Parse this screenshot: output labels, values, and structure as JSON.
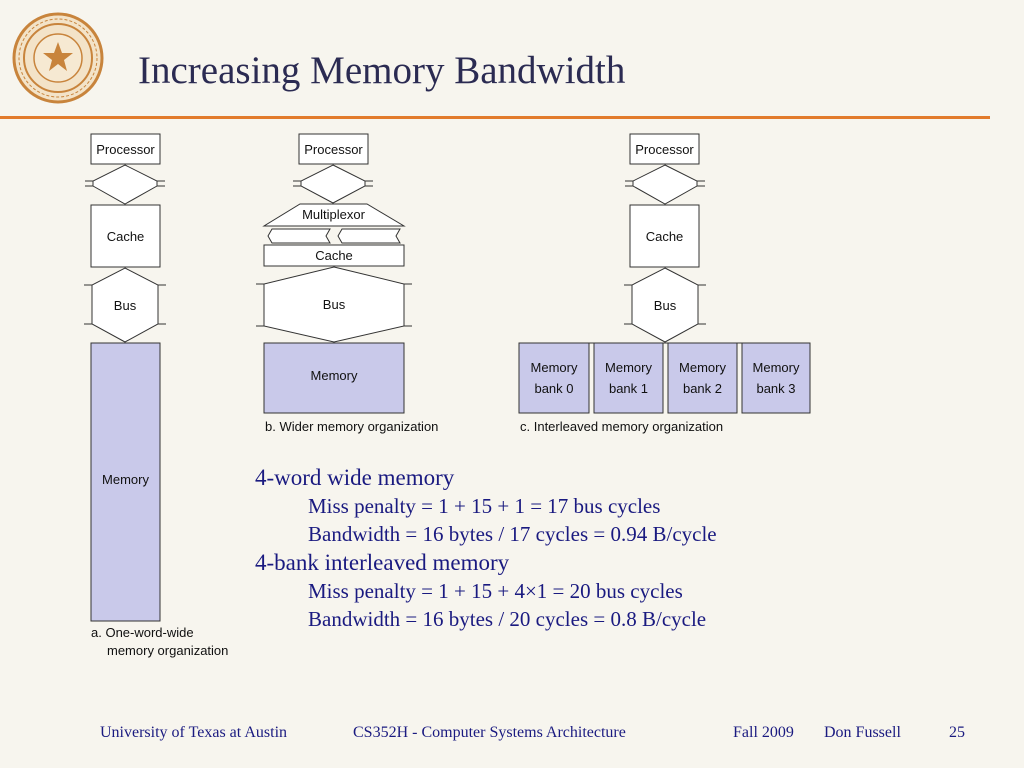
{
  "header": {
    "title": "Increasing Memory Bandwidth",
    "logo_icon": "university-of-texas-seal"
  },
  "diagram_a": {
    "processor": "Processor",
    "cache": "Cache",
    "bus": "Bus",
    "memory": "Memory",
    "caption_line1": "a. One-word-wide",
    "caption_line2": "memory organization"
  },
  "diagram_b": {
    "processor": "Processor",
    "multiplexor": "Multiplexor",
    "cache": "Cache",
    "bus": "Bus",
    "memory": "Memory",
    "caption": "b. Wider memory organization"
  },
  "diagram_c": {
    "processor": "Processor",
    "cache": "Cache",
    "bus": "Bus",
    "banks": [
      {
        "line1": "Memory",
        "line2": "bank 0"
      },
      {
        "line1": "Memory",
        "line2": "bank 1"
      },
      {
        "line1": "Memory",
        "line2": "bank 2"
      },
      {
        "line1": "Memory",
        "line2": "bank 3"
      }
    ],
    "caption": "c. Interleaved memory organization"
  },
  "body": {
    "wide_heading": "4-word wide memory",
    "wide_miss": "Miss penalty = 1 + 15 + 1 = 17 bus cycles",
    "wide_bw": "Bandwidth = 16 bytes / 17 cycles = 0.94 B/cycle",
    "interleaved_heading": "4-bank interleaved memory",
    "interleaved_miss": "Miss penalty = 1 + 15 + 4×1 = 20 bus cycles",
    "interleaved_bw": "Bandwidth = 16 bytes / 20 cycles = 0.8 B/cycle"
  },
  "footer": {
    "university": "University of Texas at Austin",
    "course": "CS352H  -   Computer Systems Architecture",
    "term": "Fall 2009",
    "author": "Don Fussell",
    "page": "25"
  },
  "colors": {
    "accent": "#e27b2c",
    "memory_fill": "#c9c9ea",
    "text_blue": "#1a1a80",
    "seal": "#c8843c"
  }
}
